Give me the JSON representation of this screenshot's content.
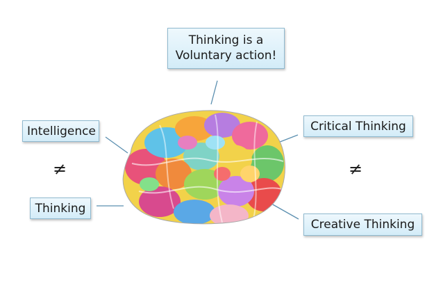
{
  "callouts": {
    "top_line1": "Thinking is a",
    "top_line2": "Voluntary action!",
    "intelligence": "Intelligence",
    "thinking": "Thinking",
    "critical": "Critical Thinking",
    "creative": "Creative Thinking"
  },
  "symbols": {
    "not_equal_left": "≠",
    "not_equal_right": "≠"
  },
  "colors": {
    "callout_border": "#8fb9cf",
    "callout_fill": "#d3ecf8",
    "connector": "#5b8fb0"
  }
}
